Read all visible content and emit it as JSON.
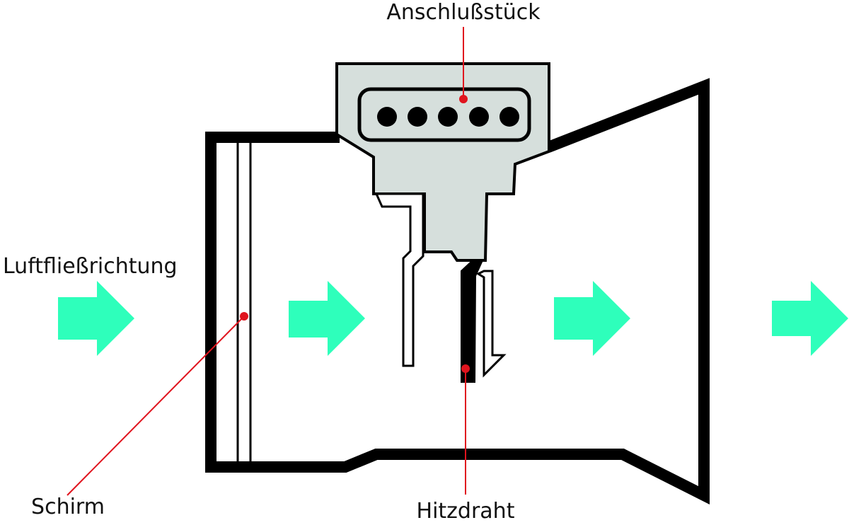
{
  "title": "Hitzdraht-Luftmassenmesser",
  "labels": {
    "connector": "Anschlußstück",
    "airflow": "Luftfließrichtung",
    "screen": "Schirm",
    "hot_wire": "Hitzdraht"
  },
  "components": {
    "connector_pins": 5,
    "flow_arrows": 4
  },
  "colors": {
    "outline": "#000000",
    "connector_fill": "#d6dfdc",
    "arrow": "#2effbb",
    "leader": "#e0141e",
    "background": "#ffffff"
  }
}
